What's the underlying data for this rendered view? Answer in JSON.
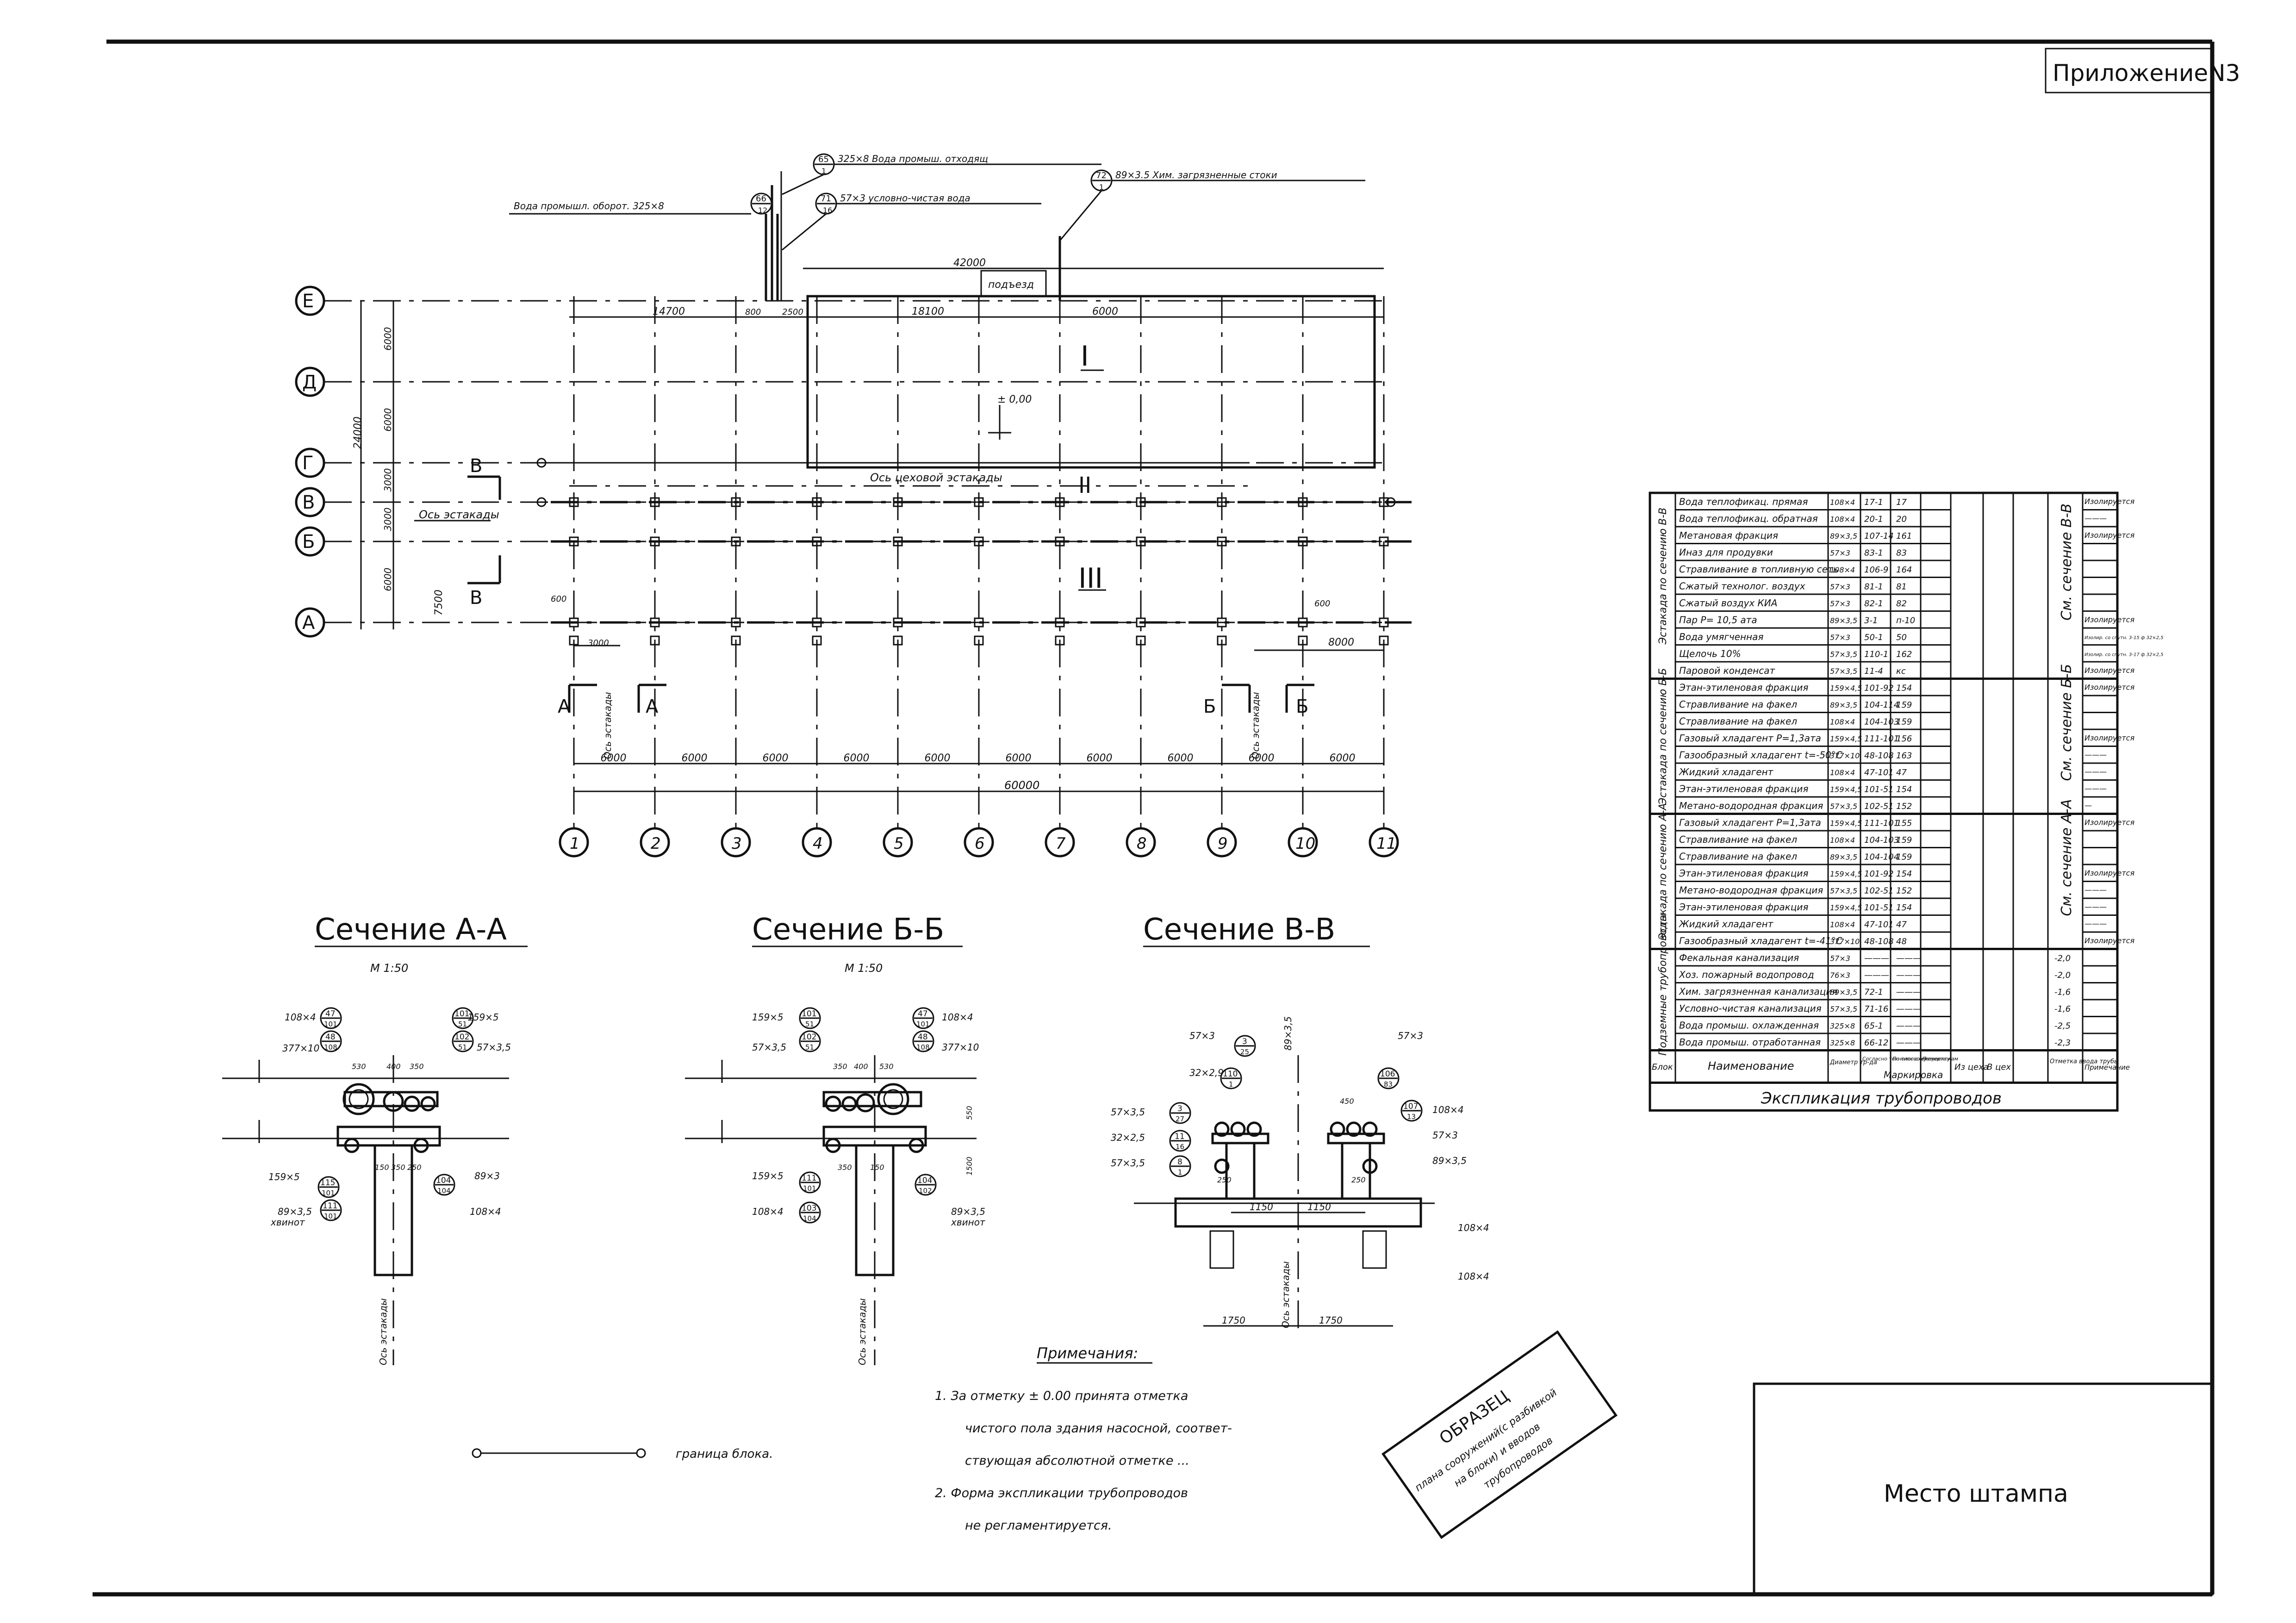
{
  "appendix": "ПриложениеN3",
  "plan": {
    "row_axes": [
      "Е",
      "Д",
      "Г",
      "В",
      "Б",
      "А"
    ],
    "col_axes": [
      "1",
      "2",
      "3",
      "4",
      "5",
      "6",
      "7",
      "8",
      "9",
      "10",
      "11"
    ],
    "col_spacings": [
      "6000",
      "6000",
      "6000",
      "6000",
      "6000",
      "6000",
      "6000",
      "6000",
      "6000",
      "6000"
    ],
    "total_length": "60000",
    "row_dims": [
      "6000",
      "6000",
      "3000",
      "3000",
      "6000"
    ],
    "left_dims": [
      "24000",
      "7500"
    ],
    "top_dims": [
      "42000",
      "14700",
      "800",
      "2500",
      "18100",
      "6000"
    ],
    "mid_dims": [
      "600",
      "3000",
      "600",
      "8000"
    ],
    "zones": [
      "I",
      "II",
      "III"
    ],
    "entrance": "подъезд",
    "zero_mark": "± 0,00",
    "axis_estacade_label": "Ось эстакады",
    "axis_shop_estacade_label": "Ось цеховой эстакады",
    "section_cuts": {
      "a": "А",
      "b": "Б",
      "v": "В"
    },
    "vertical_axis_label": "Ось эстакады",
    "callouts": [
      {
        "n": "65",
        "d": "1",
        "text": "325×8 Вода промыш. отходящ"
      },
      {
        "n": "71",
        "d": "16",
        "text": "57×3 условно-чистая вода"
      },
      {
        "n": "72",
        "d": "1",
        "text": "89×3.5 Хим. загрязненные стоки"
      },
      {
        "n": "66",
        "d": "12",
        "text": "Вода промышл. оборот. 325×8"
      }
    ]
  },
  "sections": [
    {
      "title": "Сечение А-А",
      "scale": "М 1:50"
    },
    {
      "title": "Сечение Б-Б",
      "scale": "М 1:50"
    },
    {
      "title": "Сечение В-В",
      "scale": ""
    }
  ],
  "section_aa": {
    "labels_left": [
      "108×4",
      "377×10",
      "159×5",
      "89×3,5",
      "хвинот"
    ],
    "labels_right": [
      "159×5",
      "57×3,5",
      "89×3",
      "108×4"
    ],
    "bubbles": [
      "47",
      "101",
      "48",
      "108",
      "101",
      "51",
      "102",
      "51",
      "115",
      "101",
      "111",
      "101",
      "104",
      "104"
    ],
    "dims": [
      "530",
      "400",
      "350",
      "150",
      "350",
      "250"
    ],
    "axis": "Ось эстакады"
  },
  "section_bb": {
    "labels_left": [
      "159×5",
      "57×3,5",
      "159×5",
      "108×4"
    ],
    "labels_right": [
      "108×4",
      "377×10",
      "89×3,5",
      "хвинот"
    ],
    "bubbles": [
      "101",
      "51",
      "102",
      "51",
      "47",
      "101",
      "48",
      "108",
      "111",
      "101",
      "103",
      "104",
      "104",
      "102"
    ],
    "dims": [
      "350",
      "400",
      "530",
      "550",
      "1500",
      "350",
      "150"
    ],
    "axis": "Ось эстакады"
  },
  "section_vv": {
    "labels": [
      "57×3",
      "32×2,9",
      "57×3,5",
      "32×2,5",
      "57×3,5",
      "89×3,5",
      "57×3",
      "108×4",
      "57×3",
      "89×3,5",
      "108×4",
      "108×4"
    ],
    "bubbles": [
      "3",
      "25",
      "110",
      "1",
      "3",
      "27",
      "11",
      "16",
      "8",
      "1",
      "106",
      "83",
      "107",
      "13"
    ],
    "dims": [
      "1150",
      "1150",
      "1750",
      "1750",
      "250",
      "250",
      "450"
    ],
    "axis": "Ось эстакады"
  },
  "legend": {
    "text": "граница блока."
  },
  "notes": {
    "title": "Примечания:",
    "items": [
      "1.  За отметку ± 0.00 принята отметка",
      "чистого пола здания насосной, соответ-",
      "ствующая абсолютной отметке ...",
      "2.  Форма экспликации трубопроводов",
      "не регламентируется."
    ]
  },
  "stamp_sample": {
    "lines": [
      "ОБРАЗЕЦ",
      "плана сооружений(с разбивкой",
      "на блоки) и вводов",
      "трубопроводов"
    ]
  },
  "stamp": {
    "label": "Место штампа"
  },
  "explication": {
    "title": "Экспликация     трубопроводов",
    "header": [
      "Блок",
      "Наименование",
      "Диаметр тр-да",
      "Маркировка",
      "",
      "",
      "Из цеха",
      "В цех",
      "Отметка ввода трубы",
      "Примечание"
    ],
    "header_sub": [
      "Согласно технолог.схеме",
      "По типовому проекту",
      "По чертежам"
    ],
    "marking_label": "Маркировка",
    "groups": [
      {
        "label": "Эстакада по сечению В-В",
        "see": "См. сечение В-В",
        "rows": [
          [
            "Вода теплофикац. прямая",
            "108×4",
            "17-1",
            "17",
            "Изолируется"
          ],
          [
            "Вода теплофикац. обратная",
            "108×4",
            "20-1",
            "20",
            "———"
          ],
          [
            "Метановая фракция",
            "89×3,5",
            "107-14",
            "161",
            "Изолируется"
          ],
          [
            "Иназ для продувки",
            "57×3",
            "83-1",
            "83",
            ""
          ],
          [
            "Стравливание в топливную сеть",
            "108×4",
            "106-9",
            "164",
            ""
          ],
          [
            "Сжатый технолог. воздух",
            "57×3",
            "81-1",
            "81",
            ""
          ],
          [
            "Сжатый воздух КИА",
            "57×3",
            "82-1",
            "82",
            ""
          ],
          [
            "Пар  P= 10,5 ата",
            "89×3,5",
            "3-1",
            "п-10",
            "Изолируется"
          ],
          [
            "Вода умягченная",
            "57×3",
            "50-1",
            "50",
            "Изолир. со спутн. 3-15 ф 32×2,5"
          ],
          [
            "Щелочь 10%",
            "57×3,5",
            "110-1",
            "162",
            "Изолир. со спутн. 3-17 ф 32×2,5"
          ],
          [
            "Паровой конденсат",
            "57×3,5",
            "11-4",
            "кс",
            "Изолируется"
          ]
        ]
      },
      {
        "label": "Эстакада по сечению Б-Б",
        "see": "См. сечение Б-Б",
        "rows": [
          [
            "Этан-этиленовая фракция",
            "159×4,5",
            "101-92",
            "154",
            "Изолируется"
          ],
          [
            "Стравливание на факел",
            "89×3,5",
            "104-114",
            "159",
            ""
          ],
          [
            "Стравливание на факел",
            "108×4",
            "104-103",
            "159",
            ""
          ],
          [
            "Газовый хладагент P=1,3ата",
            "159×4,5",
            "111-101",
            "156",
            "Изолируется"
          ],
          [
            "Газообразный хладагент t=-50°С",
            "377×10",
            "48-108",
            "163",
            "———"
          ],
          [
            "Жидкий хладагент",
            "108×4",
            "47-101",
            "47",
            "———"
          ],
          [
            "Этан-этиленовая фракция",
            "159×4,5",
            "101-51",
            "154",
            "———"
          ],
          [
            "Метано-водородная фракция",
            "57×3,5",
            "102-51",
            "152",
            "—"
          ]
        ]
      },
      {
        "label": "Эстакада по сечению А-А",
        "see": "См. сечение А-А",
        "rows": [
          [
            "Газовый хладагент P=1,3ата",
            "159×4,5",
            "111-101",
            "155",
            "Изолируется"
          ],
          [
            "Стравливание на факел",
            "108×4",
            "104-103",
            "159",
            ""
          ],
          [
            "Стравливание на факел",
            "89×3,5",
            "104-104",
            "159",
            ""
          ],
          [
            "Этан-этиленовая фракция",
            "159×4,5",
            "101-92",
            "154",
            "Изолируется"
          ],
          [
            "Метано-водородная фракция",
            "57×3,5",
            "102-51",
            "152",
            "———"
          ],
          [
            "Этан-этиленовая фракция",
            "159×4,5",
            "101-51",
            "154",
            "———"
          ],
          [
            "Жидкий хладагент",
            "108×4",
            "47-101",
            "47",
            "———"
          ],
          [
            "Газообразный хладагент t=-41°С",
            "377×10",
            "48-108",
            "48",
            "Изолируется"
          ]
        ]
      },
      {
        "label": "Подземные трубопроводы",
        "see": "",
        "rows": [
          [
            "Фекальная канализация",
            "57×3",
            "———",
            "———",
            "-2,0"
          ],
          [
            "Хоз. пожарный водопровод",
            "76×3",
            "———",
            "———",
            "-2,0"
          ],
          [
            "Хим. загрязненная канализация",
            "89×3,5",
            "72-1",
            "———",
            "-1,6"
          ],
          [
            "Условно-чистая канализация",
            "57×3,5",
            "71-16",
            "———",
            "-1,6"
          ],
          [
            "Вода промыш. охлажденная",
            "325×8",
            "65-1",
            "———",
            "-2,5"
          ],
          [
            "Вода промыш. отработанная",
            "325×8",
            "66-12",
            "———",
            "-2,3"
          ]
        ]
      }
    ]
  }
}
